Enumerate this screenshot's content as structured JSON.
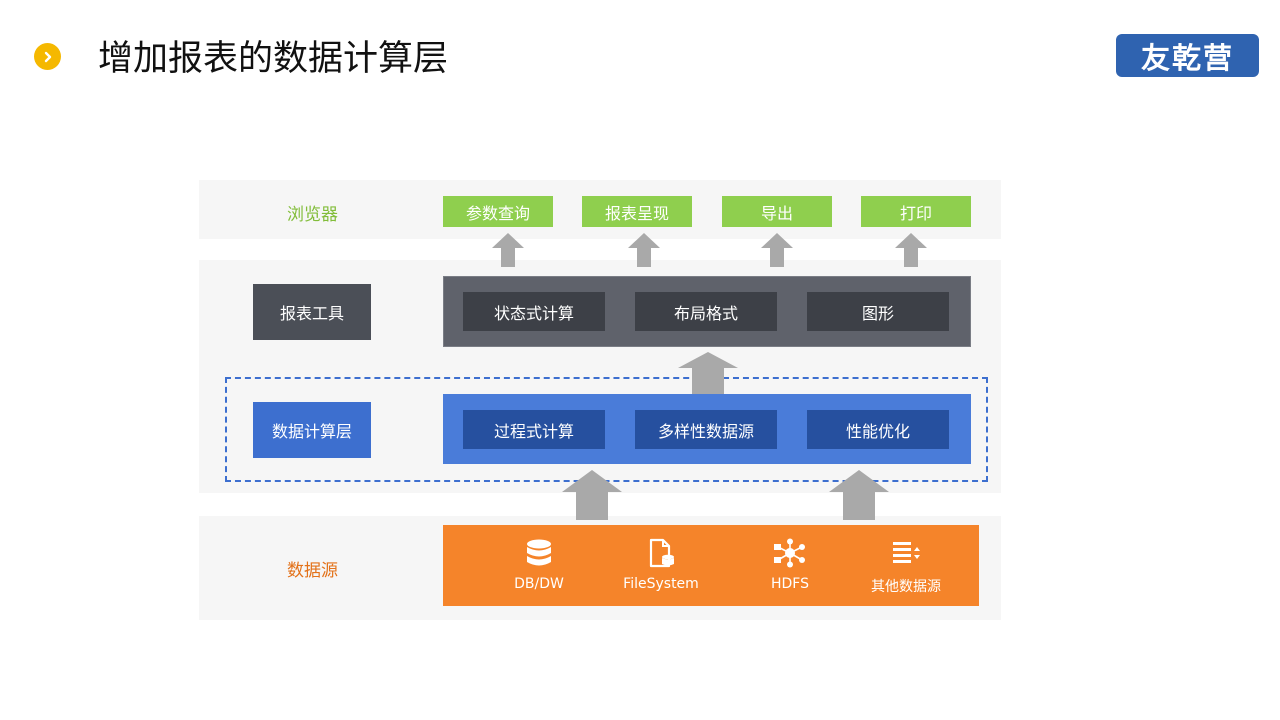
{
  "header": {
    "title": "增加报表的数据计算层",
    "logo_text": "友乾营"
  },
  "diagram": {
    "browser": {
      "label": "浏览器",
      "items": [
        "参数查询",
        "报表呈现",
        "导出",
        "打印"
      ]
    },
    "report_tools": {
      "label": "报表工具",
      "items": [
        "状态式计算",
        "布局格式",
        "图形"
      ]
    },
    "compute_layer": {
      "label": "数据计算层",
      "items": [
        "过程式计算",
        "多样性数据源",
        "性能优化"
      ]
    },
    "data_source": {
      "label": "数据源",
      "items": [
        {
          "label": "DB/DW",
          "icon": "database-icon"
        },
        {
          "label": "FileSystem",
          "icon": "file-database-icon"
        },
        {
          "label": "HDFS",
          "icon": "network-nodes-icon"
        },
        {
          "label": "其他数据源",
          "icon": "list-sort-icon"
        }
      ]
    }
  },
  "colors": {
    "accent_yellow": "#f5b800",
    "browser_green": "#8fcf4e",
    "tools_dark": "#4b4f57",
    "compute_blue": "#3d6fcf",
    "source_orange": "#f5842a",
    "arrow_gray": "#a9a9a9"
  }
}
